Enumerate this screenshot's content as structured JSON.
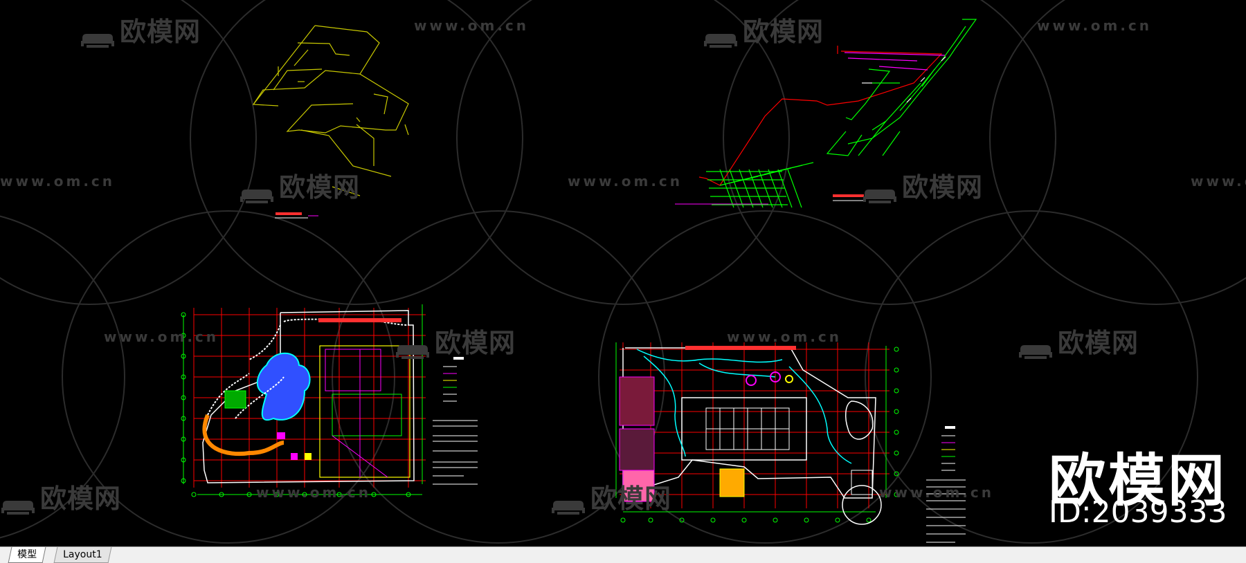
{
  "watermark": {
    "url": "www.om.cn",
    "brand": "欧模网",
    "color": "#3a3a3a"
  },
  "id_stamp": {
    "brand": "欧模网",
    "id_label": "ID:2039333",
    "color": "#ffffff"
  },
  "layout_tabs": [
    {
      "label": "模型",
      "active": true
    },
    {
      "label": "Layout1",
      "active": false
    }
  ],
  "colors": {
    "background": "#000000",
    "red": "#ff0000",
    "green": "#00ff00",
    "yellow": "#ffff00",
    "magenta": "#ff00ff",
    "cyan": "#00ffff",
    "blue": "#0000ff",
    "white": "#ffffff",
    "orange": "#ff8800"
  },
  "drawings": [
    {
      "name": "isometric-sketch-1",
      "color": "yellow"
    },
    {
      "name": "isometric-sketch-2",
      "color": "red-green-magenta"
    },
    {
      "name": "site-plan-1",
      "color": "multi"
    },
    {
      "name": "site-plan-2",
      "color": "multi"
    }
  ]
}
